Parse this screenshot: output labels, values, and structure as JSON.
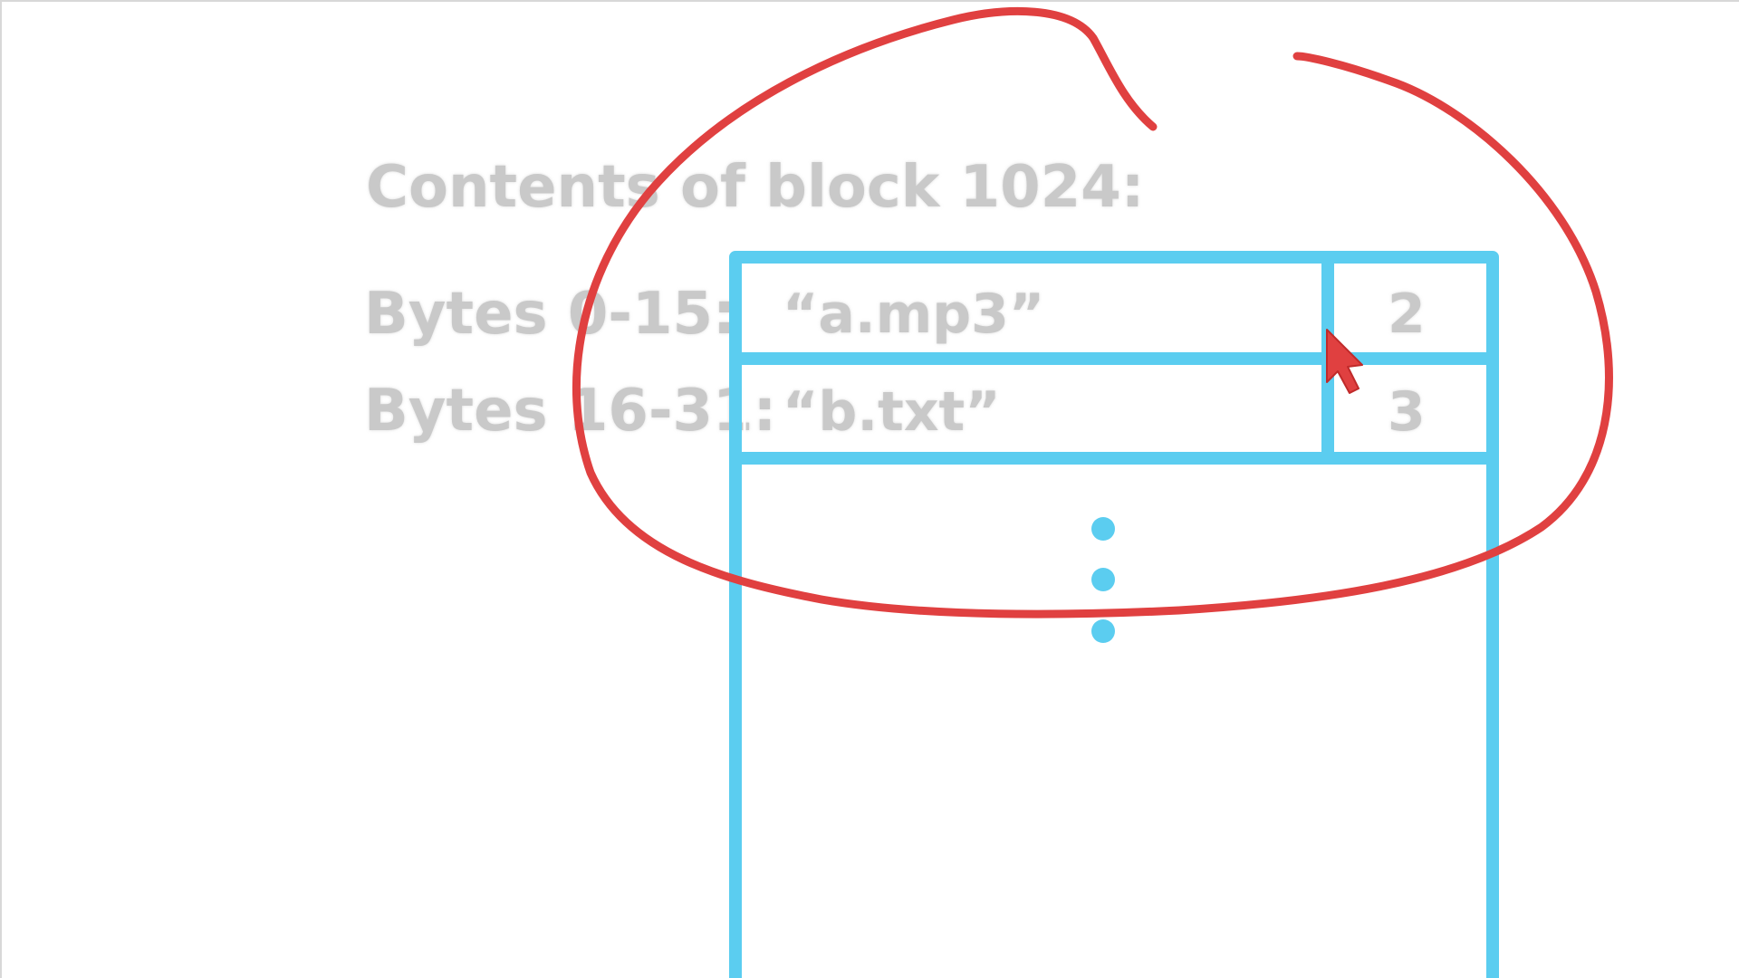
{
  "heading": "Contents of block 1024:",
  "rows": [
    {
      "label": "Bytes 0-15:",
      "name": "“a.mp3”",
      "number": "2"
    },
    {
      "label": "Bytes 16-31:",
      "name": "“b.txt”",
      "number": "3"
    }
  ],
  "colors": {
    "table_stroke": "#5bcdf0",
    "annotation": "#e04040",
    "faded_text": "#c9c9c9"
  },
  "icons": {
    "cursor": "pointer-arrow-icon",
    "continuation": "vertical-ellipsis-icon"
  }
}
